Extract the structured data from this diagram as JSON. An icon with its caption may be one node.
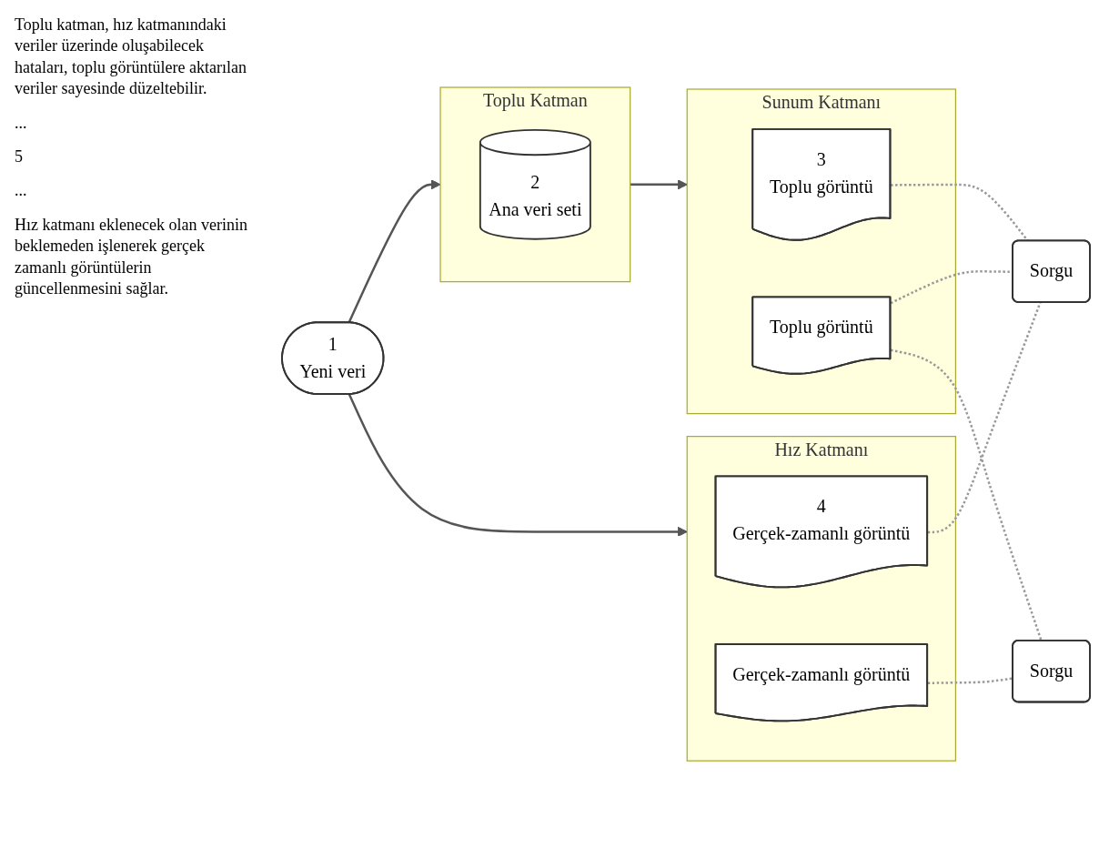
{
  "diagram": {
    "nodes": [
      {
        "text": [
          "1",
          "Yeni veri"
        ]
      },
      {
        "text": [
          "Toplu Katman"
        ]
      },
      {
        "text": [
          "2",
          "Ana veri seti"
        ],
        "in": 1
      },
      {
        "text": [
          "Sunum Katmanı"
        ]
      },
      {
        "text": [
          "3",
          "Toplu görüntü"
        ],
        "in": 3
      },
      {
        "text": [
          "Toplu görüntü"
        ],
        "in": 3
      },
      {
        "text": [
          "Hız Katmanı"
        ]
      },
      {
        "text": [
          "4",
          "Gerçek-zamanlı görüntü"
        ],
        "in": 6
      },
      {
        "text": [
          "Gerçek-zamanlı görüntü"
        ],
        "in": 6
      },
      {
        "text": [
          "Sorgu"
        ]
      },
      {
        "text": [
          "Sorgu"
        ]
      }
    ],
    "edges": [
      {
        "from": 0,
        "to": 1,
        "arrow": "to"
      },
      {
        "from": 0,
        "to": 6,
        "arrow": "to"
      },
      {
        "from": 1,
        "to": 3,
        "arrow": "to"
      },
      {
        "from": 4,
        "to": 9,
        "arrow": "none",
        "style": "dashed"
      },
      {
        "from": 5,
        "to": 9,
        "arrow": "none",
        "style": "dashed"
      },
      {
        "from": 5,
        "to": 10,
        "arrow": "none",
        "style": "dashed"
      },
      {
        "from": 7,
        "to": 9,
        "arrow": "none",
        "style": "dashed"
      },
      {
        "from": 8,
        "to": 10,
        "arrow": "none",
        "style": "dashed"
      }
    ],
    "labels": [
      "Toplu katman, hız katmanındaki veriler üzerinde oluşabilecek hataları, toplu görüntülere aktarılan veriler sayesinde düzeltebilir.",
      "...",
      "5",
      "...",
      "Hız katmanı eklenecek olan verinin beklemeden işlenerek gerçek zamanlı görüntülerin güncellenmesini sağlar."
    ]
  }
}
